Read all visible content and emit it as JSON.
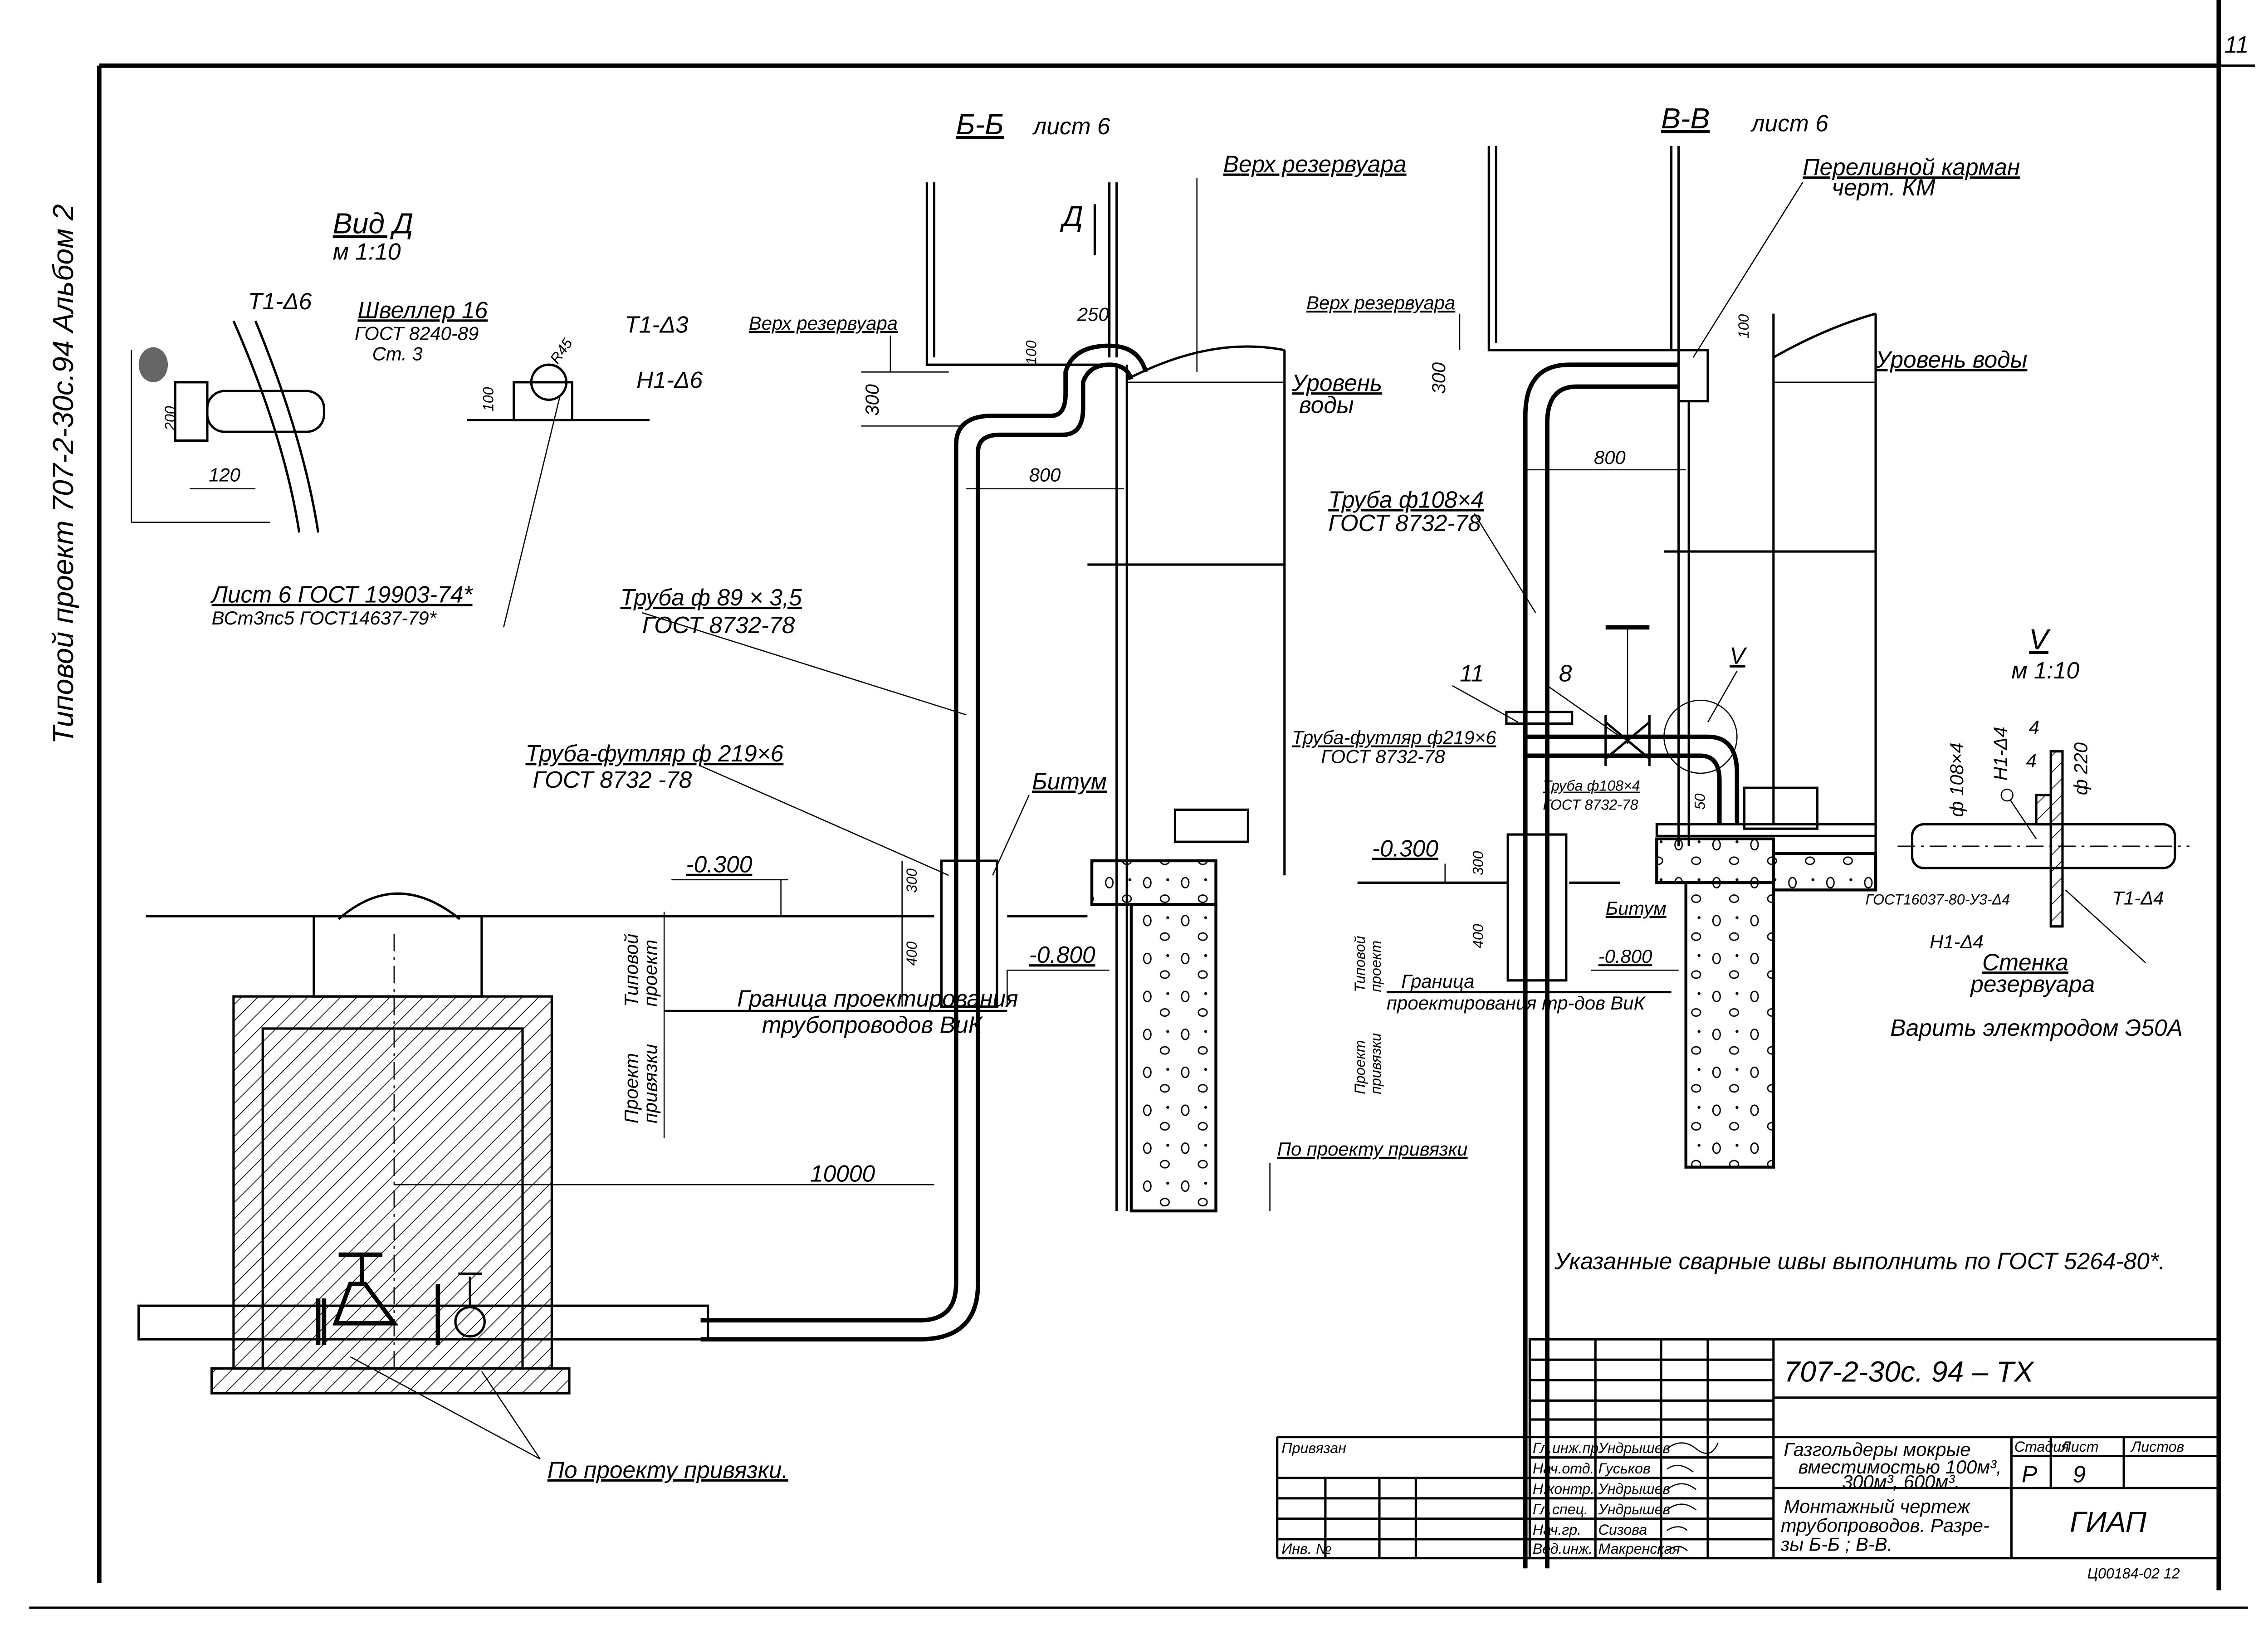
{
  "sheet": {
    "page_number": "11",
    "side_title": "Типовой проект 707-2-30с.94   Альбом 2",
    "archive_code": "Ц00184-02   12"
  },
  "view_d": {
    "title": "Вид Д",
    "scale": "м 1:10",
    "weld_left": "Т1-Δ6",
    "dim_200": "200",
    "dim_120": "120",
    "channel_1": "Швеллер 16",
    "channel_2": "ГОСТ 8240-89",
    "channel_3": "Ст. 3",
    "radius": "R45",
    "weld_t1": "Т1-Δ3",
    "weld_h1": "Н1-Δ6",
    "dim_100": "100",
    "sheet_1": "Лист 6 ГОСТ 19903-74*",
    "sheet_2": "ВСт3пс5 ГОСТ14637-79*"
  },
  "section_bb": {
    "title": "Б-Б",
    "ref": "лист 6",
    "view_arrow": "Д",
    "tank_top_right": "Верх резервуара",
    "tank_top_left": "Верх резервуара",
    "dim_250": "250",
    "dim_100": "100",
    "dim_300": "300",
    "dim_800": "800",
    "water_1": "Уровень",
    "water_2": "воды",
    "pipe_1": "Труба ф 89 × 3,5",
    "pipe_2": "ГОСТ 8732-78",
    "sleeve_1": "Труба-футляр ф 219×6",
    "sleeve_2": "ГОСТ 8732 -78",
    "bitumen": "Битум",
    "level_top": "-0.300",
    "level_bottom": "-0.800",
    "dim_300b": "300",
    "dim_400": "400",
    "typical_1": "Типовой",
    "typical_2": "проект",
    "binding_1": "Проект",
    "binding_2": "привязки",
    "boundary_1": "Граница проектирования",
    "boundary_2": "трубопроводов ВиК",
    "dim_10000": "10000",
    "by_binding_right": "По проекту привязки",
    "by_binding_bottom": "По проекту привязки."
  },
  "section_vv": {
    "title": "В-В",
    "ref": "лист 6",
    "overflow_1": "Переливной карман",
    "overflow_2": "черт. КМ",
    "tank_top": "Верх резервуара",
    "water": "Уровень воды",
    "dim_300": "300",
    "dim_100": "100",
    "dim_800": "800",
    "pipe_1": "Труба ф108×4",
    "pipe_2": "ГОСТ 8732-78",
    "pos_11": "11",
    "pos_8": "8",
    "detail_mark": "V",
    "sleeve_1": "Труба-футляр ф219×6",
    "sleeve_2": "ГОСТ 8732-78",
    "pipe2_1": "Труба ф108×4",
    "pipe2_2": "ГОСТ 8732-78",
    "dim_50": "50",
    "level_top": "-0.300",
    "dim_300b": "300",
    "dim_400": "400",
    "bitumen": "Битум",
    "level_bottom": "-0.800",
    "boundary_1": "Граница",
    "boundary_2": "проектирования тр-дов ВиК",
    "typical_1": "Типовой",
    "typical_2": "проект",
    "binding_1": "Проект",
    "binding_2": "привязки"
  },
  "detail_v": {
    "title": "V",
    "scale": "м 1:10",
    "dia_pipe": "ф 108×4",
    "weld_top": "Н1-Δ4",
    "dim_4a": "4",
    "dim_4b": "4",
    "dia_220": "ф 220",
    "weld_gost": "ГОСТ16037-80-У3-Δ4",
    "weld_t1": "Т1-Δ4",
    "weld_h1": "Н1-Δ4",
    "wall_1": "Стенка",
    "wall_2": "резервуара",
    "electrode": "Варить электродом Э50А"
  },
  "note": "Указанные сварные швы выполнить по ГОСТ 5264-80*.",
  "title_block": {
    "code": "707-2-30с. 94   –  ТХ",
    "bound": "Привязан",
    "inv": "Инв. №",
    "staff": [
      {
        "role": "Гл.инж.пр.",
        "name": "Ундрышев"
      },
      {
        "role": "Нач.отд.",
        "name": "Гуськов"
      },
      {
        "role": "Н.контр.",
        "name": "Ундрышев"
      },
      {
        "role": "Гл.спец.",
        "name": "Ундрышев"
      },
      {
        "role": "Нач.гр.",
        "name": "Сизова"
      },
      {
        "role": "Вед.инж.",
        "name": "Макренская"
      }
    ],
    "object_1": "Газгольдеры мокрые",
    "object_2": "вместимостью 100м³,",
    "object_3": "300м³, 600м³.",
    "stage_h": "Стадия",
    "sheet_h": "Лист",
    "sheets_h": "Листов",
    "stage": "Р",
    "sheet": "9",
    "sheets": "",
    "drawing_1": "Монтажный чертеж",
    "drawing_2": "трубопроводов. Разре-",
    "drawing_3": "зы Б-Б ; В-В.",
    "org": "ГИАП"
  }
}
